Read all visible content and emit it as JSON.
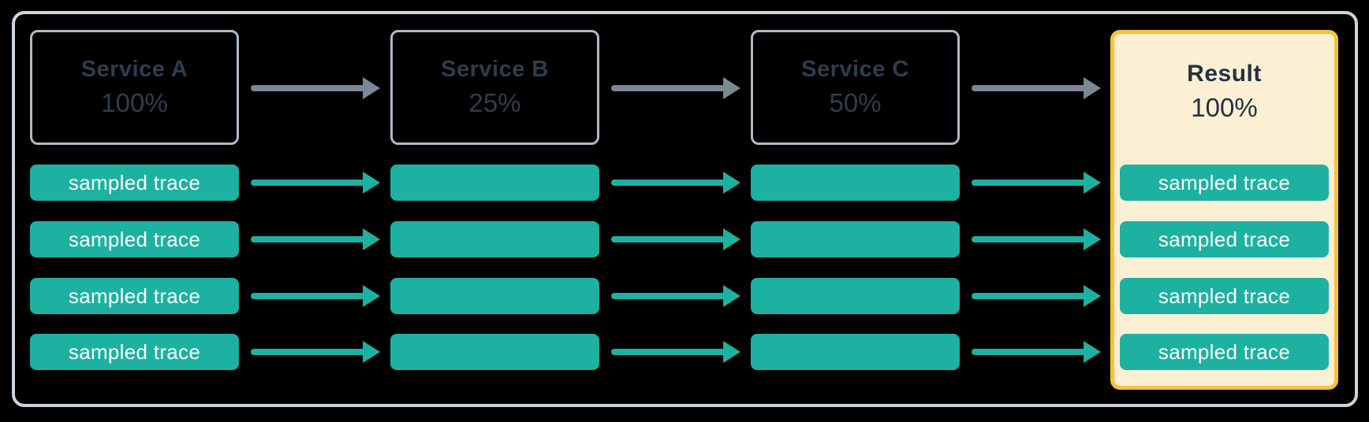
{
  "diagram": {
    "type": "sampling-flow",
    "nodes": {
      "service_a": {
        "label": "Service A",
        "rate": "100%"
      },
      "service_b": {
        "label": "Service B",
        "rate": "25%"
      },
      "service_c": {
        "label": "Service C",
        "rate": "50%"
      },
      "result": {
        "label": "Result",
        "rate": "100%"
      }
    },
    "trace_label": "sampled trace",
    "trace_rows": 4,
    "colors": {
      "background": "#000000",
      "outer_frame_border": "#ccd5dd",
      "service_box_border": "#aeb9c5",
      "service_text": "#2e3d4c",
      "trace_fill": "#1db1a1",
      "trace_text": "#ffffff",
      "flow_arrow_gray": "#7b8794",
      "trace_arrow_teal": "#1db1a1",
      "result_fill": "#fbf0d4",
      "result_border": "#f6c238"
    }
  }
}
